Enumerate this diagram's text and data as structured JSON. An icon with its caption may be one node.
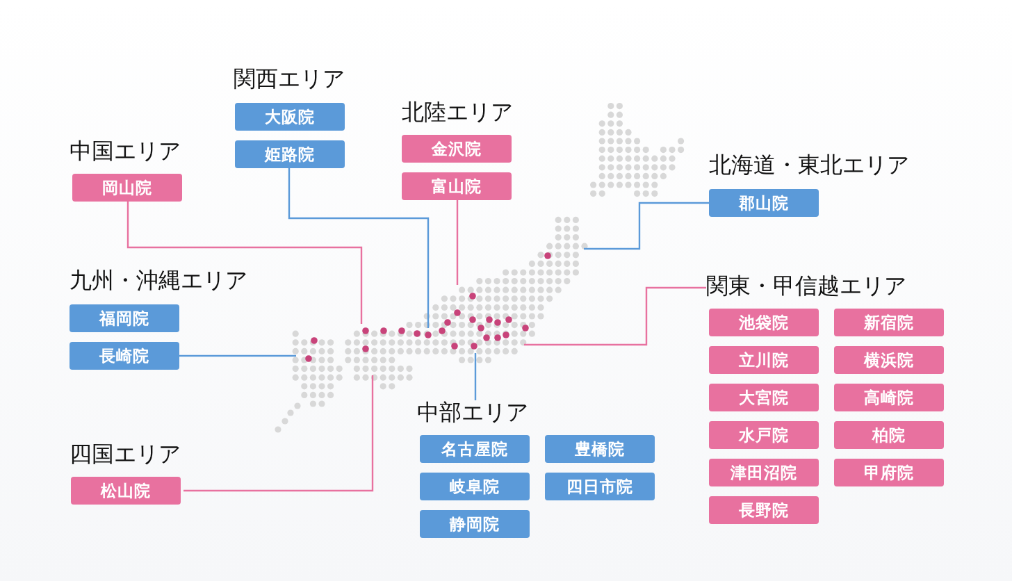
{
  "diagram": {
    "nodes": [
      {
        "text": [
          "関西エリア"
        ]
      },
      {
        "text": [
          "大阪院"
        ],
        "in": 0
      },
      {
        "text": [
          "姫路院"
        ],
        "in": 0
      },
      {
        "text": [
          "北陸エリア"
        ]
      },
      {
        "text": [
          "金沢院"
        ],
        "in": 3
      },
      {
        "text": [
          "富山院"
        ],
        "in": 3
      },
      {
        "text": [
          "中国エリア"
        ]
      },
      {
        "text": [
          "岡山院"
        ],
        "in": 6
      },
      {
        "text": [
          "北海道・東北エリア"
        ]
      },
      {
        "text": [
          "郡山院"
        ],
        "in": 8
      },
      {
        "text": [
          "九州・沖縄エリア"
        ]
      },
      {
        "text": [
          "福岡院"
        ],
        "in": 10
      },
      {
        "text": [
          "長崎院"
        ],
        "in": 10
      },
      {
        "text": [
          "関東・甲信越エリア"
        ]
      },
      {
        "text": [
          "池袋院"
        ],
        "in": 13
      },
      {
        "text": [
          "新宿院"
        ],
        "in": 13
      },
      {
        "text": [
          "立川院"
        ],
        "in": 13
      },
      {
        "text": [
          "横浜院"
        ],
        "in": 13
      },
      {
        "text": [
          "大宮院"
        ],
        "in": 13
      },
      {
        "text": [
          "高崎院"
        ],
        "in": 13
      },
      {
        "text": [
          "水戸院"
        ],
        "in": 13
      },
      {
        "text": [
          "柏院"
        ],
        "in": 13
      },
      {
        "text": [
          "津田沼院"
        ],
        "in": 13
      },
      {
        "text": [
          "甲府院"
        ],
        "in": 13
      },
      {
        "text": [
          "長野院"
        ],
        "in": 13
      },
      {
        "text": [
          "中部エリア"
        ]
      },
      {
        "text": [
          "名古屋院"
        ],
        "in": 25
      },
      {
        "text": [
          "豊橋院"
        ],
        "in": 25
      },
      {
        "text": [
          "岐阜院"
        ],
        "in": 25
      },
      {
        "text": [
          "四日市院"
        ],
        "in": 25
      },
      {
        "text": [
          "静岡院"
        ],
        "in": 25
      },
      {
        "text": [
          "四国エリア"
        ]
      },
      {
        "text": [
          "松山院"
        ],
        "in": 31
      }
    ],
    "edges": [
      {
        "from": 2,
        "to": null,
        "arrow": "none"
      },
      {
        "from": 5,
        "to": null,
        "arrow": "none",
        "color": "#e8719f"
      },
      {
        "from": 7,
        "to": null,
        "arrow": "none",
        "color": "#e8719f"
      },
      {
        "from": 9,
        "to": null,
        "arrow": "none"
      },
      {
        "from": 12,
        "to": null,
        "arrow": "none"
      },
      {
        "from": 13,
        "to": null,
        "arrow": "none",
        "color": "#e8719f"
      },
      {
        "from": 25,
        "to": null,
        "arrow": "none"
      },
      {
        "from": 31,
        "to": null,
        "arrow": "none",
        "color": "#e8719f"
      }
    ]
  }
}
